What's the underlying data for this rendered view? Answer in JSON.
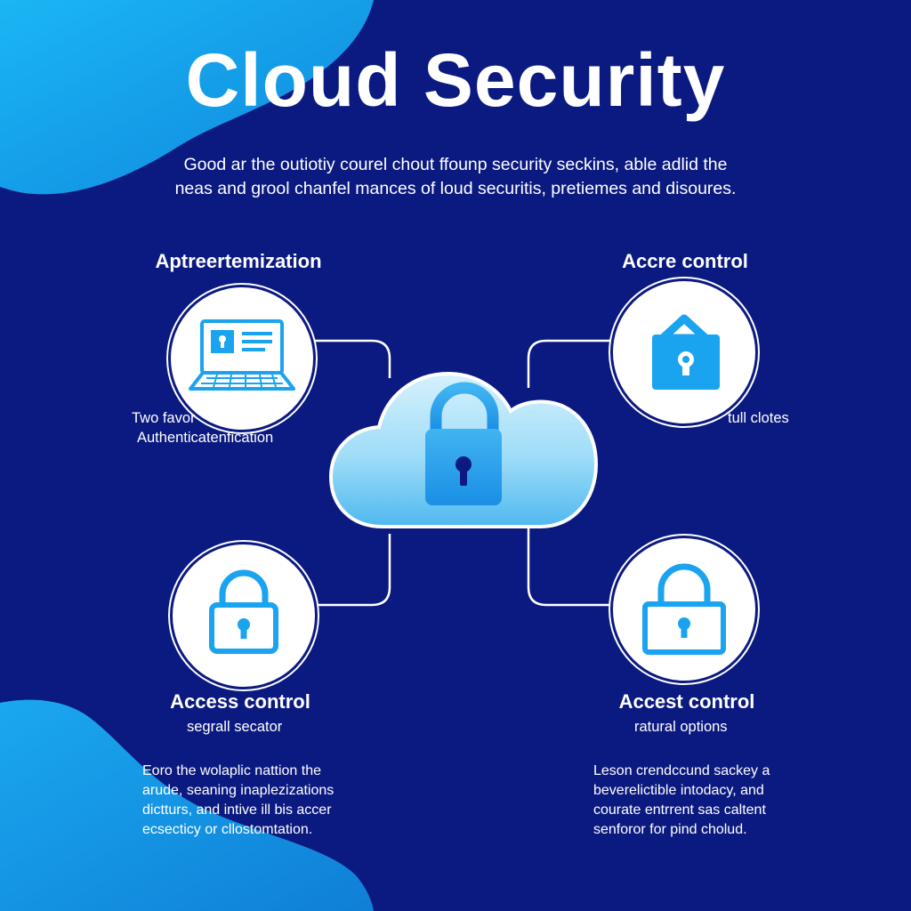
{
  "title": "Cloud Security",
  "intro": [
    "Good ar the outiotiy courel chout ffounp security seckins, able adlid the",
    "neas and grool chanfel mances of loud securitis, pretiemes and disoures."
  ],
  "nodes": {
    "top_left": {
      "heading": "Aptreertemization",
      "caption": [
        "Two favor",
        "Authenticatenfication"
      ],
      "icon": "laptop-lock-icon"
    },
    "top_right": {
      "heading": "Accre control",
      "caption": [
        "tull clotes"
      ],
      "icon": "padlock-icon"
    },
    "bottom_left": {
      "heading": "Access control",
      "caption": [
        "segrall secator"
      ],
      "icon": "padlock-icon",
      "paragraph": [
        "Eoro the wolaplic nattion the",
        "arude, seaning inaplezizations",
        "dictturs, and intive ill bis accer",
        "ecsecticy or cllostomtation."
      ]
    },
    "bottom_right": {
      "heading": "Accest control",
      "caption": [
        "ratural options"
      ],
      "icon": "padlock-icon",
      "paragraph": [
        "Leson crendccund sackey a",
        "beverelictible intodacy, and",
        "courate entrrent sas caltent",
        "senforor for pind cholud."
      ]
    }
  },
  "center_icon": "cloud-lock-icon",
  "colors": {
    "background": "#0b1a80",
    "accent": "#1aa3ee",
    "light_blue": "#7cd0f7",
    "text": "#ffffff"
  }
}
